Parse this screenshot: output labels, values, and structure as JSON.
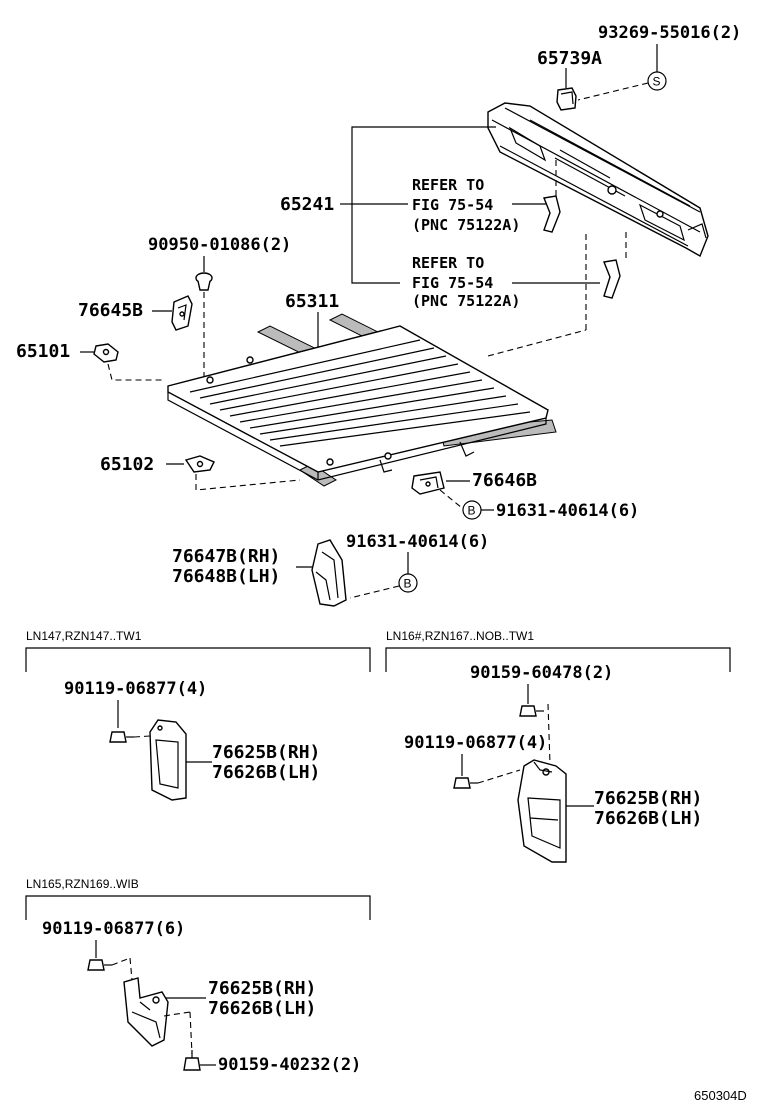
{
  "figure_code": "650304D",
  "parts": {
    "p93269": "93269-55016(2)",
    "p65739A": "65739A",
    "p65241": "65241",
    "ref1_line1": "REFER TO",
    "ref1_line2": "FIG 75-54",
    "ref1_line3": "(PNC 75122A)",
    "ref2_line1": "REFER TO",
    "ref2_line2": "FIG 75-54",
    "ref2_line3": "(PNC 75122A)",
    "p90950": "90950-01086(2)",
    "p76645B": "76645B",
    "p65311": "65311",
    "p65101": "65101",
    "p65102": "65102",
    "p76646B": "76646B",
    "p91631a": "91631-40614(6)",
    "p91631b": "91631-40614(6)",
    "p76647B": "76647B(RH)",
    "p76648B": "76648B(LH)",
    "circle_S": "S",
    "circle_B1": "B",
    "circle_B2": "B"
  },
  "sections": {
    "left_top": {
      "title": "LN147,RZN147..TW1",
      "bolt": "90119-06877(4)",
      "rh": "76625B(RH)",
      "lh": "76626B(LH)"
    },
    "right_top": {
      "title": "LN16#,RZN167..NOB..TW1",
      "bolt1": "90159-60478(2)",
      "bolt2": "90119-06877(4)",
      "rh": "76625B(RH)",
      "lh": "76626B(LH)"
    },
    "left_bottom": {
      "title": "LN165,RZN169..WIB",
      "bolt1": "90119-06877(6)",
      "rh": "76625B(RH)",
      "lh": "76626B(LH)",
      "bolt2": "90159-40232(2)"
    }
  }
}
